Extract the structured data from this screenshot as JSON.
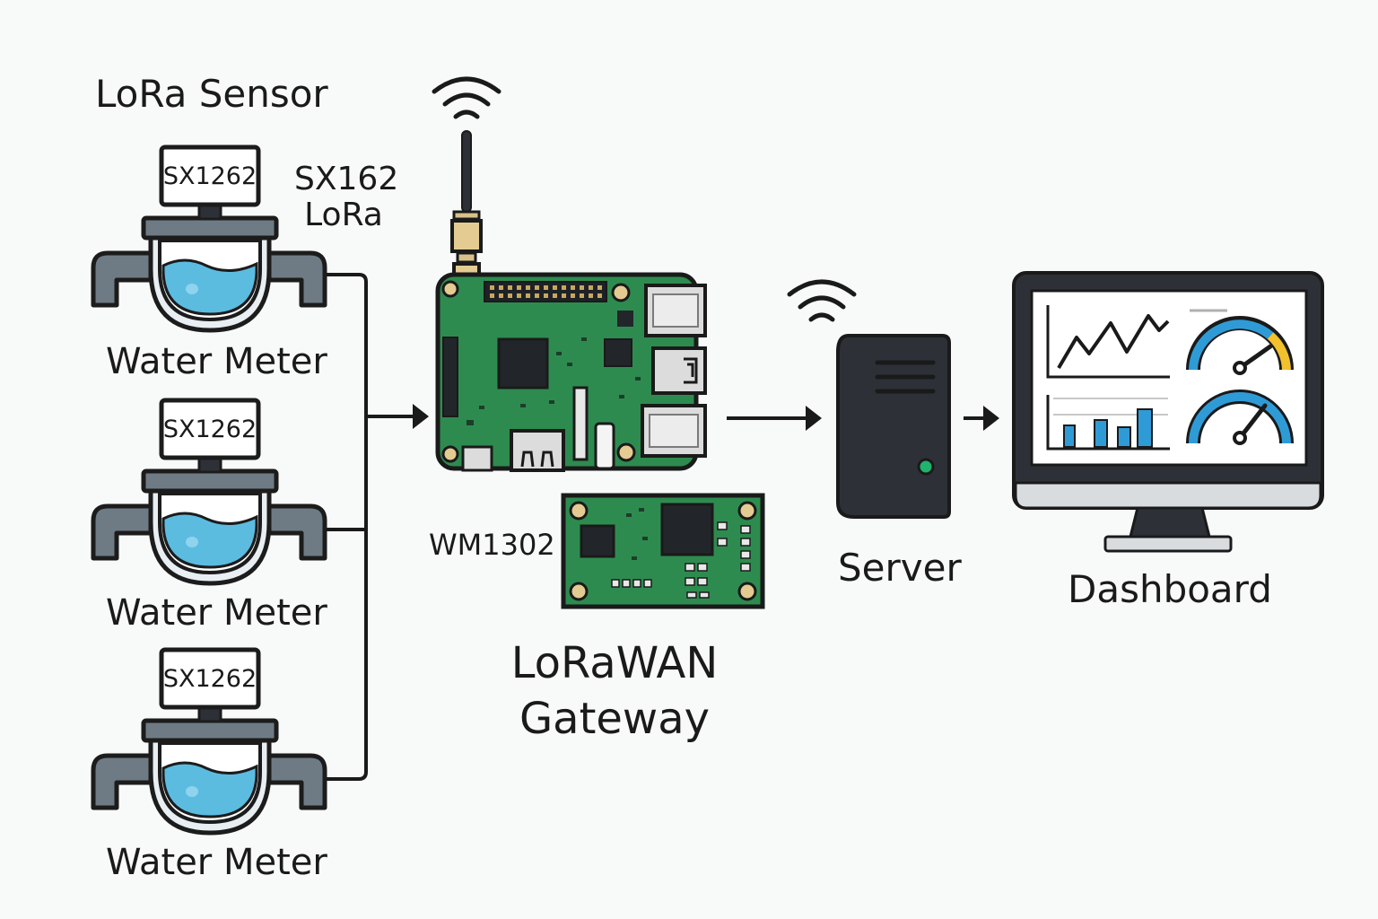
{
  "sensor_section": {
    "title": "LoRa Sensor"
  },
  "lora_module": {
    "line1": "SX162",
    "line2": "LoRa"
  },
  "meters": [
    {
      "chip": "SX1262",
      "label": "Water Meter"
    },
    {
      "chip": "SX1262",
      "label": "Water Meter"
    },
    {
      "chip": "SX1262",
      "label": "Water Meter"
    }
  ],
  "gateway": {
    "module_label": "WM1302",
    "line1": "LoRaWAN",
    "line2": "Gateway"
  },
  "server": {
    "label": "Server"
  },
  "dashboard": {
    "label": "Dashboard"
  },
  "colors": {
    "pcb_green": "#2e8b4f",
    "water_blue": "#5bbce0",
    "pipe_gray": "#6f7b84",
    "server_dark": "#2d3137",
    "gauge_blue": "#2f9bd6",
    "gauge_yellow": "#f2c12e",
    "status_led": "#1fb36b"
  },
  "icons": [
    "wifi-signal-icon",
    "antenna-icon",
    "arrow-right-icon",
    "line-chart-icon",
    "bar-chart-icon",
    "gauge-icon"
  ]
}
